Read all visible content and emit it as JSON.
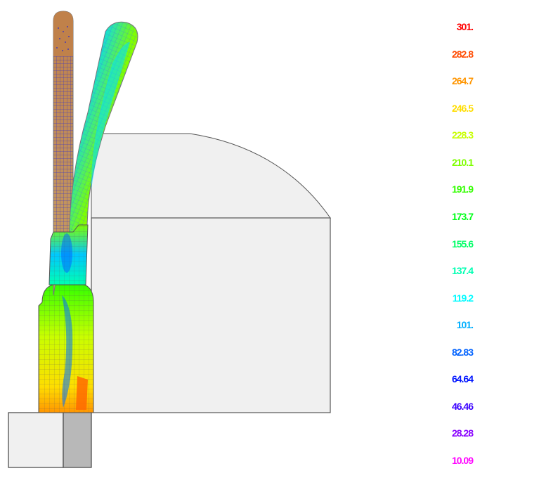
{
  "legend": {
    "labels": [
      {
        "text": "301.",
        "color": "#ff0000"
      },
      {
        "text": "282.8",
        "color": "#ff4a00"
      },
      {
        "text": "264.7",
        "color": "#ff9500"
      },
      {
        "text": "246.5",
        "color": "#ffdd00"
      },
      {
        "text": "228.3",
        "color": "#c8ff00"
      },
      {
        "text": "210.1",
        "color": "#7fff00"
      },
      {
        "text": "191.9",
        "color": "#33ff00"
      },
      {
        "text": "173.7",
        "color": "#00ff19"
      },
      {
        "text": "155.6",
        "color": "#00ff66"
      },
      {
        "text": "137.4",
        "color": "#00ffb2"
      },
      {
        "text": "119.2",
        "color": "#00fbff"
      },
      {
        "text": "101.",
        "color": "#00afff"
      },
      {
        "text": "82.83",
        "color": "#0062ff"
      },
      {
        "text": "64.64",
        "color": "#0015ff"
      },
      {
        "text": "46.46",
        "color": "#3a00ff"
      },
      {
        "text": "28.28",
        "color": "#8800ff"
      },
      {
        "text": "10.09",
        "color": "#ff00ff"
      }
    ]
  },
  "colors": {
    "model_gray": "#f0f0f0",
    "model_edge": "#555555",
    "left_stem": "#c0814a",
    "right_stem": "#8a8a8a"
  }
}
